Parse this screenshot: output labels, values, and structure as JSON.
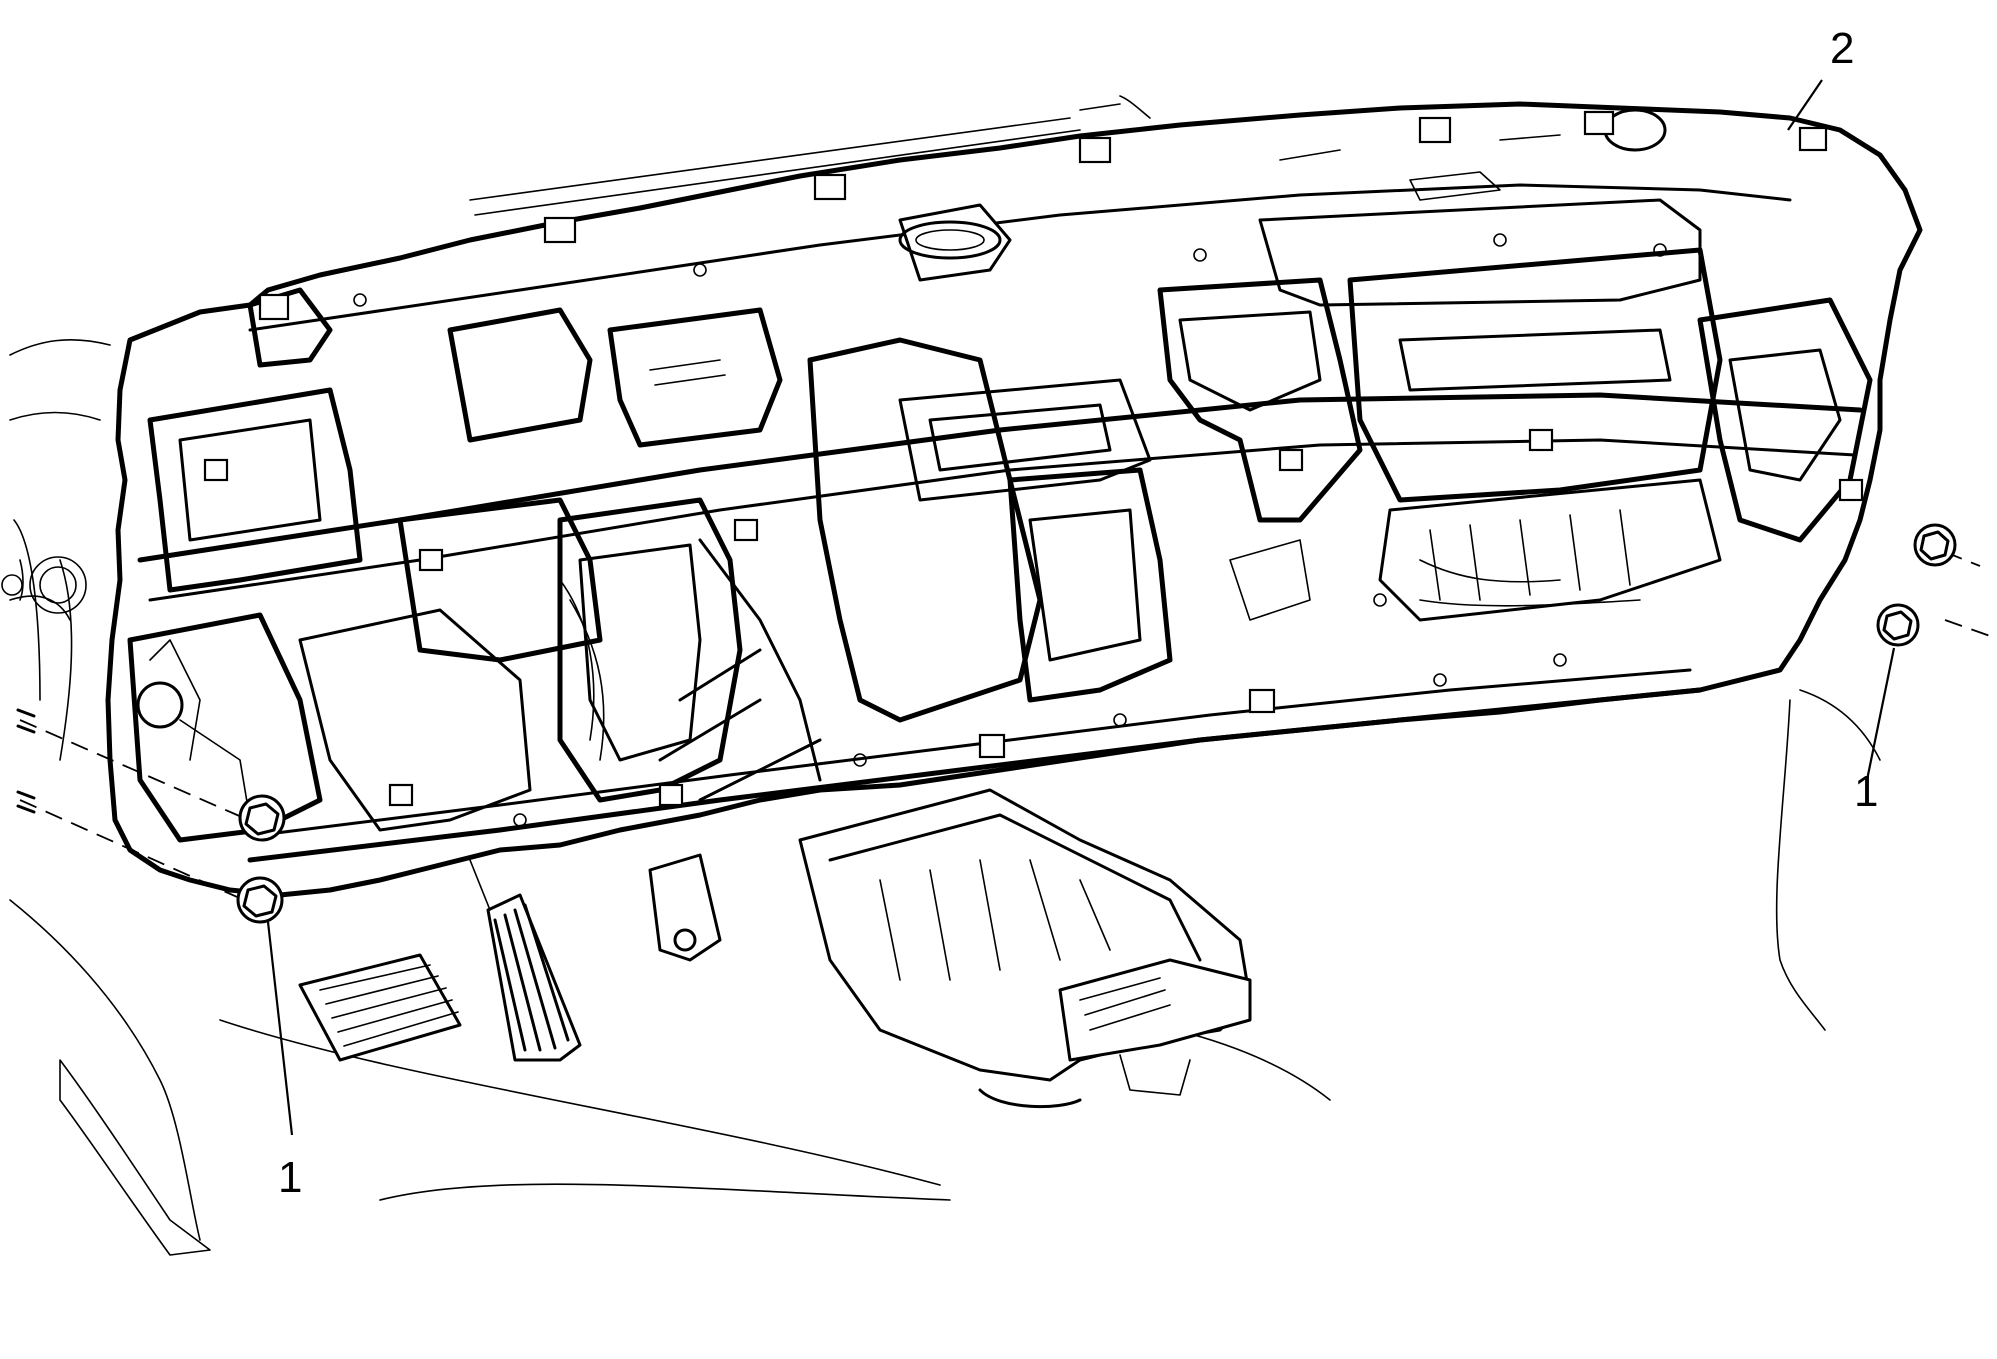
{
  "callouts": {
    "nut_left": "1",
    "nut_right": "1",
    "carrier": "2"
  },
  "icons": {
    "nut": "hex-nut-with-washer-icon",
    "carrier": "instrument-panel-carrier",
    "pedals": "pedal-icon"
  },
  "colors": {
    "line": "#000000",
    "background": "#ffffff"
  }
}
